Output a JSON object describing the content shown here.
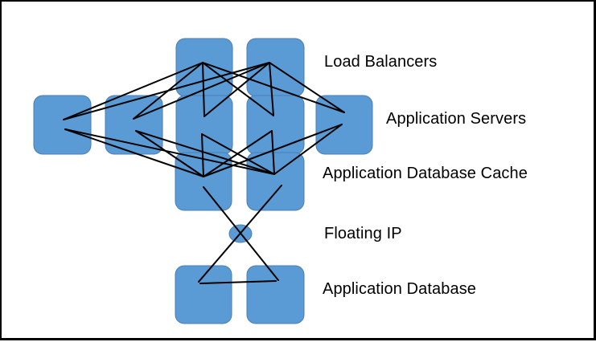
{
  "diagram": {
    "title": "",
    "colors": {
      "node_fill": "#5B9BD5",
      "node_stroke": "#4A7EB3",
      "edge": "#000000",
      "background": "#FFFFFF",
      "border": "#000000"
    },
    "tiers": [
      {
        "id": "load-balancers",
        "label": "Load Balancers",
        "nodes": [
          "lb1",
          "lb2"
        ]
      },
      {
        "id": "application-servers",
        "label": "Application Servers",
        "nodes": [
          "as1",
          "as2",
          "as3",
          "as4",
          "as5"
        ]
      },
      {
        "id": "application-database-cache",
        "label": "Application Database Cache",
        "nodes": [
          "c1",
          "c2"
        ]
      },
      {
        "id": "floating-ip",
        "label": "Floating IP",
        "nodes": [
          "fip"
        ]
      },
      {
        "id": "application-database",
        "label": "Application Database",
        "nodes": [
          "db1",
          "db2"
        ]
      }
    ],
    "nodes": [
      {
        "id": "lb1",
        "tier": "load-balancers",
        "shape": "rounded-rect"
      },
      {
        "id": "lb2",
        "tier": "load-balancers",
        "shape": "rounded-rect"
      },
      {
        "id": "as1",
        "tier": "application-servers",
        "shape": "rounded-rect"
      },
      {
        "id": "as2",
        "tier": "application-servers",
        "shape": "rounded-rect"
      },
      {
        "id": "as3",
        "tier": "application-servers",
        "shape": "rounded-rect"
      },
      {
        "id": "as4",
        "tier": "application-servers",
        "shape": "rounded-rect"
      },
      {
        "id": "as5",
        "tier": "application-servers",
        "shape": "rounded-rect"
      },
      {
        "id": "c1",
        "tier": "application-database-cache",
        "shape": "rounded-rect"
      },
      {
        "id": "c2",
        "tier": "application-database-cache",
        "shape": "rounded-rect"
      },
      {
        "id": "fip",
        "tier": "floating-ip",
        "shape": "ellipse"
      },
      {
        "id": "db1",
        "tier": "application-database",
        "shape": "rounded-rect"
      },
      {
        "id": "db2",
        "tier": "application-database",
        "shape": "rounded-rect"
      }
    ],
    "edges": [
      {
        "from": "lb1",
        "to": "as1"
      },
      {
        "from": "lb1",
        "to": "as2"
      },
      {
        "from": "lb1",
        "to": "as3"
      },
      {
        "from": "lb1",
        "to": "as4"
      },
      {
        "from": "lb1",
        "to": "as5"
      },
      {
        "from": "lb2",
        "to": "as1"
      },
      {
        "from": "lb2",
        "to": "as2"
      },
      {
        "from": "lb2",
        "to": "as3"
      },
      {
        "from": "lb2",
        "to": "as4"
      },
      {
        "from": "lb2",
        "to": "as5"
      },
      {
        "from": "as1",
        "to": "c1"
      },
      {
        "from": "as1",
        "to": "c2"
      },
      {
        "from": "as2",
        "to": "c1"
      },
      {
        "from": "as2",
        "to": "c2"
      },
      {
        "from": "as3",
        "to": "c1"
      },
      {
        "from": "as3",
        "to": "c2"
      },
      {
        "from": "as4",
        "to": "c1"
      },
      {
        "from": "as4",
        "to": "c2"
      },
      {
        "from": "as5",
        "to": "c1"
      },
      {
        "from": "as5",
        "to": "c2"
      },
      {
        "from": "c1",
        "to": "db2",
        "via": "fip"
      },
      {
        "from": "c2",
        "to": "db1",
        "via": "fip"
      },
      {
        "from": "db1",
        "to": "db2"
      }
    ]
  }
}
